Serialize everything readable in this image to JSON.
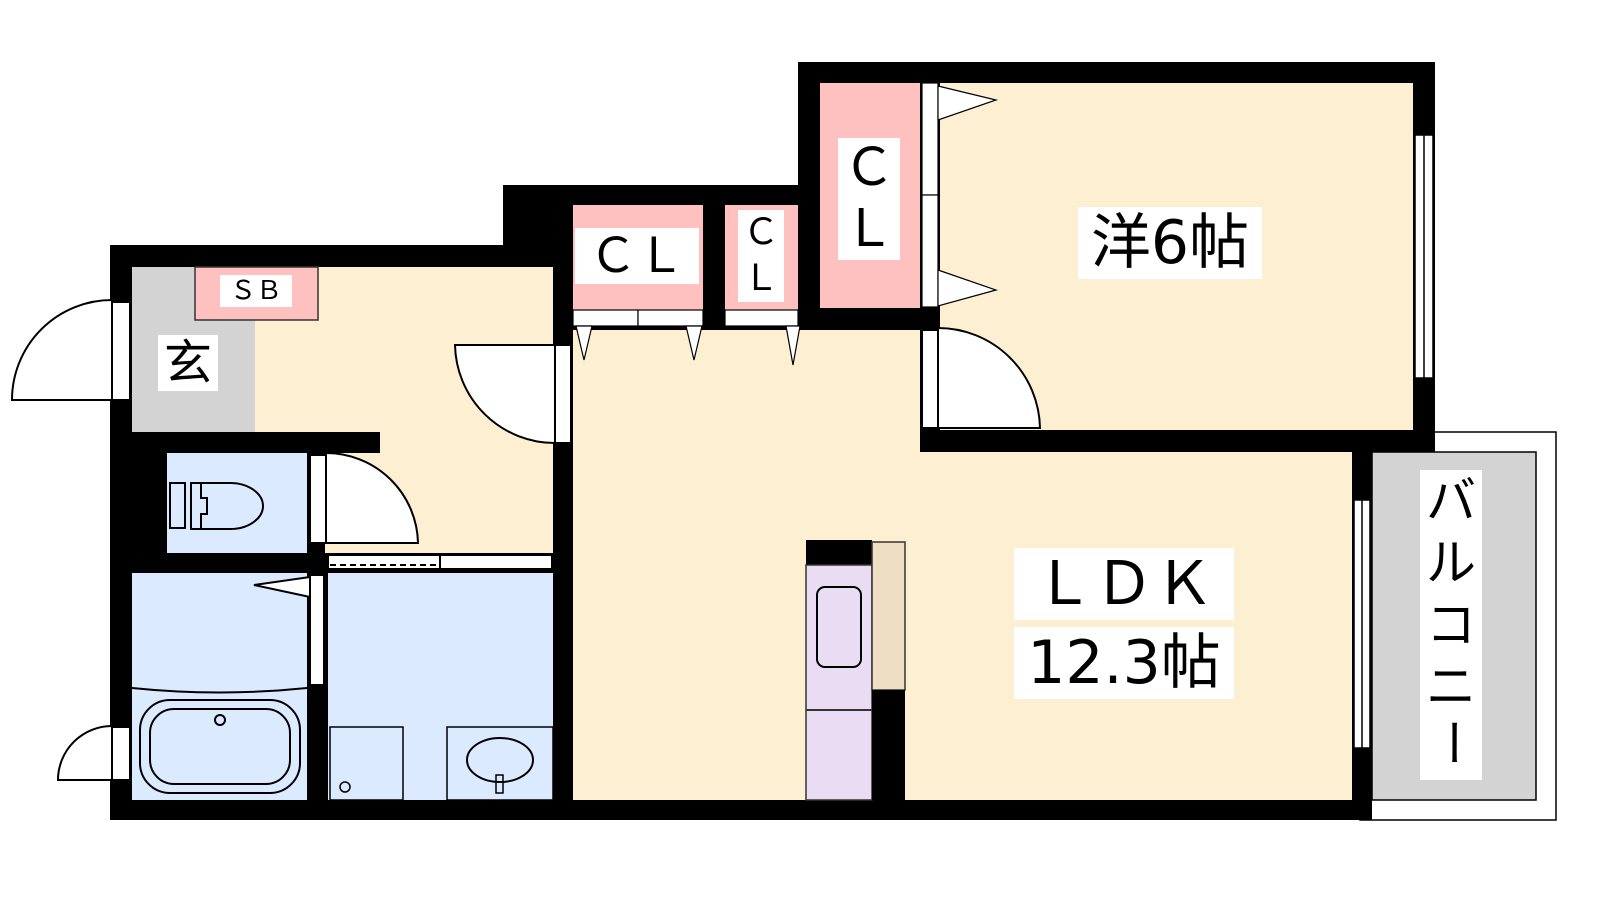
{
  "plan": {
    "entrance": "玄",
    "shoe_box": "ＳＢ",
    "closet_1": "ＣＬ",
    "closet_2_top": "Ｃ",
    "closet_2_bottom": "Ｌ",
    "closet_3_top": "Ｃ",
    "closet_3_bottom": "Ｌ",
    "western_room": "洋6帖",
    "ldk_name": "ＬＤＫ",
    "ldk_size": "12.3帖",
    "balcony": [
      "バ",
      "ル",
      "コ",
      "ニ",
      "ー"
    ]
  },
  "colors": {
    "wall": "#000000",
    "room": "#fdf0d2",
    "entrance": "#d3d3d3",
    "closet": "#ffc0c0",
    "wet_area": "#dbeafe",
    "fridge": "#eadcf3",
    "counter": "#eedfc4",
    "balcony": "#d3d3d3"
  }
}
